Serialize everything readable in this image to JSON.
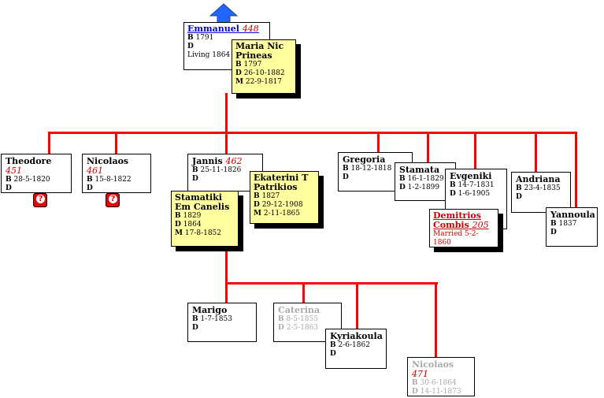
{
  "parent": {
    "name": "Emmanuel",
    "num": "448",
    "b": "1791",
    "d": "",
    "extra": "Living 1864"
  },
  "parent_spouse": {
    "name": "Maria Nic Prineas",
    "b": "1797",
    "d": "26-10-1882",
    "m": "22-9-1817"
  },
  "children": [
    {
      "name": "Theodore",
      "num": "451",
      "b": "28-5-1820",
      "d": ""
    },
    {
      "name": "Nicolaos",
      "num": "461",
      "b": "15-8-1822",
      "d": ""
    },
    {
      "name": "Jannis",
      "num": "462",
      "b": "25-11-1826",
      "d": ""
    },
    {
      "name": "Gregoria",
      "b": "18-12-1818",
      "d": ""
    },
    {
      "name": "Stamata",
      "b": "16-1-1829",
      "d": "1-2-1899"
    },
    {
      "name": "Evgeniki",
      "b": "14-7-1831",
      "d": "1-6-1905"
    },
    {
      "name": "Andriana",
      "b": "23-4-1835",
      "d": ""
    },
    {
      "name": "Yannoula",
      "b": "1837",
      "d": ""
    }
  ],
  "jannis_spouse1": {
    "name": "Ekaterini T Patrikios",
    "b": "1827",
    "d": "29-12-1908",
    "m": "2-11-1865"
  },
  "jannis_spouse2": {
    "name": "Stamatiki Em Canelis",
    "b": "1829",
    "d": "1864",
    "m": "17-8-1852"
  },
  "evgeniki_spouse": {
    "name": "Demitrios Combis",
    "num": "205",
    "married": "Married 5-2-1860"
  },
  "grandchildren": [
    {
      "name": "Marigo",
      "b": "1-7-1853",
      "d": ""
    },
    {
      "name": "Caterina",
      "b": "8-5-1855",
      "d": "2-5-1863"
    },
    {
      "name": "Kyriakoula",
      "b": "2-6-1862",
      "d": ""
    },
    {
      "name": "Nicolaos",
      "num": "471",
      "b": "30-6-1864",
      "d": "14-11-1873"
    }
  ],
  "labels": {
    "b": "B",
    "d": "D",
    "m": "M",
    "q": "?"
  },
  "colors": {
    "line": "#ff0000",
    "spouse_bg": "#ffffa0",
    "arrow": "#2266ff"
  }
}
